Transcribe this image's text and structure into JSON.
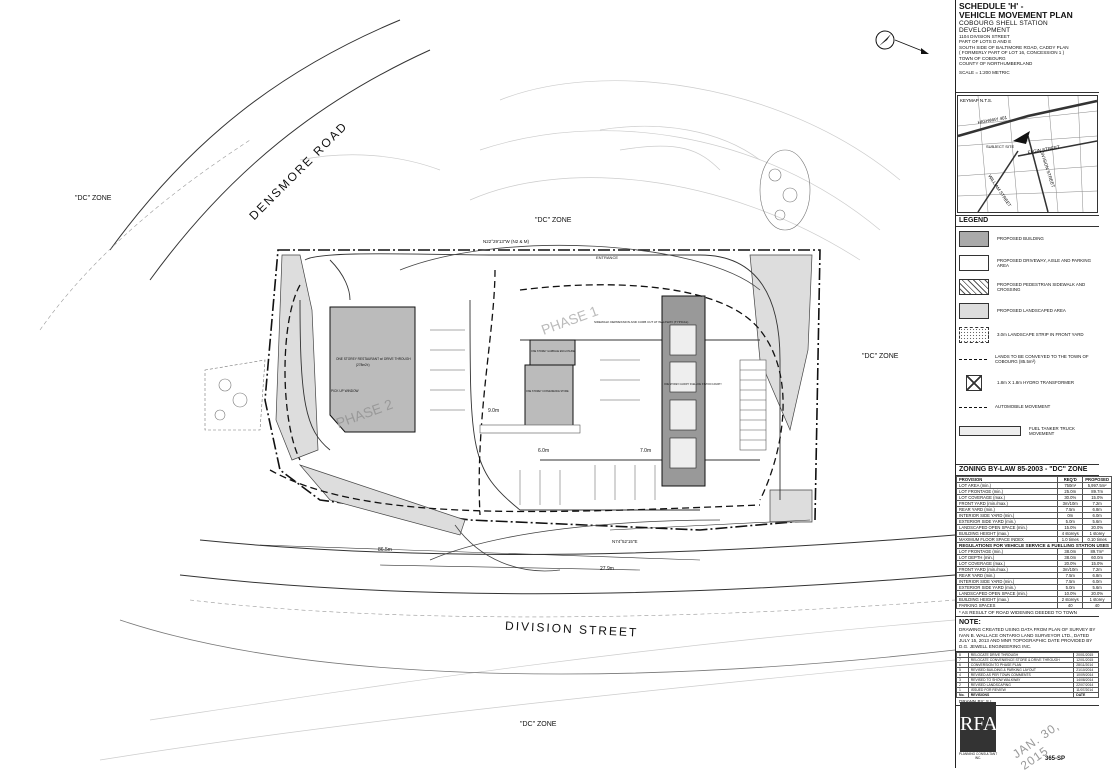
{
  "plan": {
    "road_densmore": "DENSMORE ROAD",
    "road_division": "DIVISION STREET",
    "zone_dc_left": "\"DC\" ZONE",
    "zone_dc_top": "\"DC\" ZONE",
    "zone_dc_right": "\"DC\" ZONE",
    "zone_dc_bottom": "\"DC\" ZONE",
    "phase1": "PHASE 1",
    "phase2": "PHASE 2",
    "restaurant": "ONE STOREY RESTAURANT w/ DRIVE THROUGH",
    "restaurant_area": "(278m2±)",
    "convenience": "ONE STOREY CONVENIENCE STORE",
    "garbage": "ONE STOREY GARBAGE ENCLOSURE",
    "fuel": "ONE STOREY CANOPY FUELLING STATION CANOPY",
    "pickup": "PICK UP WINDOW",
    "entrance": "ENTRANCE",
    "sidewalk_note": "SIDEWALK DEPRESSION AND CURB CUT AT WALKWAY (TYPICAL)",
    "bearing_top": "N22°29'13\"W (N2 & M)",
    "bearing_bottom": "N74°52'15\"E",
    "dim_865": "86.5m",
    "dim_279": "27.9m",
    "dim_90": "9.0m",
    "dim_70": "7.0m",
    "dim_60": "6.0m"
  },
  "title_block": {
    "line1": "SCHEDULE 'H' -",
    "line2": "VEHICLE MOVEMENT PLAN",
    "project": "COBOURG SHELL STATION DEVELOPMENT",
    "address1": "1104 DIVISION STREET",
    "address2": "PART OF LOTS D AND E",
    "address3": "SOUTH SIDE OF BALTIMORE ROAD, CADDY PLAN",
    "address4": "( FORMERLY PART OF LOT 16, CONCESSION 1 )",
    "address5": "TOWN OF COBOURG",
    "address6": "COUNTY OF NORTHUMBERLAND",
    "scale": "SCALE = 1:200 METRIC"
  },
  "keymap": {
    "label": "KEYMAP N.T.S.",
    "subject": "SUBJECT SITE",
    "hwy": "HIGHWAY 401",
    "elgin": "ELGIN STREET",
    "division": "DIVISION STREET",
    "william": "WILLIAM STREET"
  },
  "legend": {
    "title": "LEGEND",
    "items": [
      "PROPOSED BUILDING",
      "PROPOSED DRIVEWAY, AISLE AND PARKING AREA",
      "PROPOSED PEDESTRIAN SIDEWALK AND CROSSING",
      "PROPOSED LANDSCAPED AREA",
      "3.0m LANDSCAPE STRIP IN FRONT YARD",
      "LANDS TO BE CONVEYED TO THE TOWN OF COBOURG (85.5m²)",
      "1.8m X 1.8m HYDRO TRANSFORMER",
      "AUTOMOBILE MOVEMENT",
      "FUEL TANKER TRUCK MOVEMENT"
    ]
  },
  "zoning": {
    "title": "ZONING BY-LAW 85-2003 - \"DC\" ZONE",
    "headers": [
      "PROVISION",
      "REQ'D",
      "PROPOSED"
    ],
    "rows": [
      [
        "LOT AREA (min.)",
        "750m²",
        "5,997.5m²"
      ],
      [
        "LOT FRONTAGE (min.)",
        "25.0m",
        "89.7m"
      ],
      [
        "LOT COVERAGE (max.)",
        "30.0%",
        "15.0%"
      ],
      [
        "FRONT YARD (min./max.)",
        "3m/10m",
        "7.2m"
      ],
      [
        "REAR YARD (min.)",
        "7.5m",
        "6.8m"
      ],
      [
        "INTERIOR SIDE YARD (min.)",
        "0m",
        "6.0m"
      ],
      [
        "EXTERIOR SIDE YARD (min.)",
        "5.0m",
        "5.6m"
      ],
      [
        "LANDSCAPED OPEN SPACE (min.)",
        "15.0%",
        "20.0%"
      ],
      [
        "BUILDING HEIGHT (max.)",
        "4 storeys",
        "1 storey"
      ],
      [
        "MAXIMUM FLOOR SPACE INDEX",
        "1.0 times",
        "0.10 times"
      ]
    ],
    "sec2": "REGULATIONS FOR VEHICLE SERVICE & FUELLING STATION USES",
    "rows2": [
      [
        "LOT FRONTAGE (min.)",
        "38.0m",
        "89.7m*"
      ],
      [
        "LOT DEPTH (min.)",
        "38.0m",
        "60.0m"
      ],
      [
        "LOT COVERAGE (max.)",
        "20.0%",
        "15.0%"
      ],
      [
        "FRONT YARD (min./max.)",
        "3m/10m",
        "7.2m"
      ],
      [
        "REAR YARD (min.)",
        "7.5m",
        "6.8m"
      ],
      [
        "INTERIOR SIDE YARD (min.)",
        "7.5m",
        "6.0m"
      ],
      [
        "EXTERIOR SIDE YARD (min.)",
        "5.0m",
        "5.6m"
      ],
      [
        "LANDSCAPED OPEN SPACE (min.)",
        "10.0%",
        "20.0%"
      ],
      [
        "BUILDING HEIGHT (max.)",
        "2 storeys",
        "1 storey"
      ],
      [
        "PARKING SPACES",
        "40",
        "40"
      ]
    ],
    "footnote": "* AS RESULT OF ROAD WIDENING DEEDED TO TOWN"
  },
  "note": {
    "title": "NOTE:",
    "text": "DRAWING CREATED USING DATA FROM PLAN OF SURVEY BY IVAN B. WALLACE ONTARIO LAND SURVEYOR LTD., DATED JULY 15, 2013 AND MNR TOPOGRAPHIC DATE PROVIDED BY D.G. JEWELL ENGINEERING INC."
  },
  "revisions": [
    [
      "8",
      "RELOCATE DRIVE THROUGH",
      "20/01/2015"
    ],
    [
      "7",
      "RELOCATE CONVENIENCE STORE & DRIVE THROUGH",
      "12/01/2015"
    ],
    [
      "6",
      "CONVERSION TO PHASE PLAN",
      "28/11/2014"
    ],
    [
      "5",
      "REVISED BUILDING & PARKING LAYOUT",
      "21/10/2014"
    ],
    [
      "4",
      "REVISED AS PER TOWN COMMENTS",
      "10/09/2014"
    ],
    [
      "3",
      "REVISED TO SHOW WALKWAY",
      "14/08/2014"
    ],
    [
      "2",
      "REVISED LANDSCAPING",
      "22/07/2014"
    ],
    [
      "1",
      "ISSUED FOR REVIEW",
      "11/07/2014"
    ]
  ],
  "rev_headers": [
    "No.",
    "REVISIONS",
    "DATE"
  ],
  "drawn_by": "DRAWN BY: S.L.",
  "stamp_date": "JAN. 30, 2015",
  "logo": "RFA",
  "logo_sub": "PLANNING CONSULTANT INC.",
  "dwg_no": "365-SP"
}
